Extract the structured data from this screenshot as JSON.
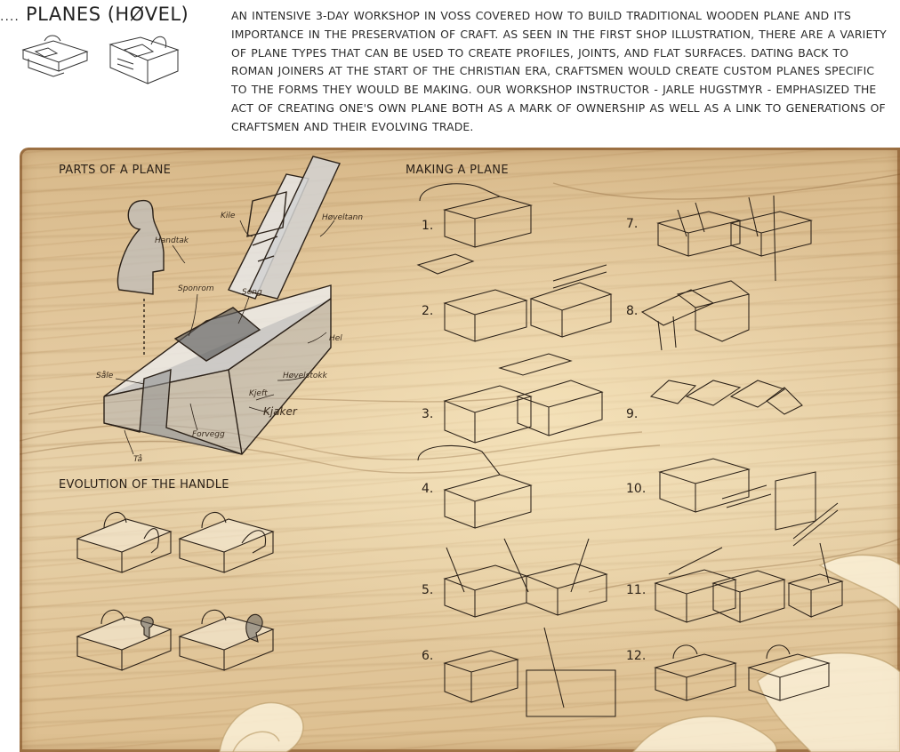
{
  "header": {
    "dots": "....",
    "title": "Planes (Høvel)",
    "intro": "An intensive 3-day workshop in Voss covered how to build traditional wooden plane and its importance in the preservation of craft. As seen in the first shop illustration, there are a variety of plane types that can be used to create profiles, joints, and flat surfaces. Dating back to Roman joiners at the start of the Christian era, craftsmen would create custom planes specific to the forms they would be making. Our workshop instructor - Jarle Hugstmyr - emphasized the act of creating one's own plane both as a mark of ownership as well as a link to generations of craftsmen and their evolving trade."
  },
  "parts": {
    "title": "Parts of a Plane",
    "labels": {
      "kile": "Kile",
      "hoveltann": "Høveltann",
      "handtak": "Handtak",
      "sponrom": "Sponrom",
      "seng": "Seng",
      "hel": "Hel",
      "sale": "Såle",
      "hovelstokk": "Høvelstokk",
      "kjeft": "Kjeft",
      "kjaker": "Kjaker",
      "forvegg": "Forvegg",
      "ta": "Tå"
    }
  },
  "evolution": {
    "title": "Evolution of the handle"
  },
  "making": {
    "title": "Making a Plane",
    "steps": [
      "1.",
      "2.",
      "3.",
      "4.",
      "5.",
      "6.",
      "7.",
      "8.",
      "9.",
      "10.",
      "11.",
      "12."
    ]
  },
  "colors": {
    "ink": "#2b2118",
    "board_edge": "#7a4a1c",
    "wood_light": "#e8d2aa",
    "shade": "#8a8a8a"
  }
}
